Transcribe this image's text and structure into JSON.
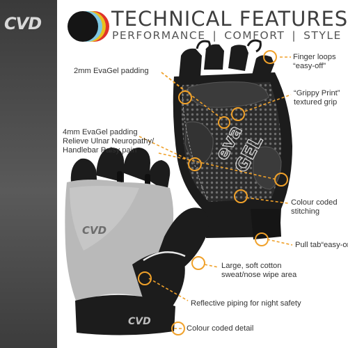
{
  "brand": {
    "logo_text": "CVD",
    "accent_colors": [
      "#e0332b",
      "#e9c11e",
      "#7ec8e3",
      "#2a2a2a"
    ]
  },
  "header": {
    "title": "TECHNICAL FEATURES",
    "subtitle_items": [
      "PERFORMANCE",
      "COMFORT",
      "STYLE"
    ],
    "separator": "|"
  },
  "glove_text": {
    "palm_print_1": "eva",
    "palm_print_2": "GEL",
    "cuff_logo": "CVD"
  },
  "features": [
    {
      "lines": [
        "Finger loops",
        "“easy-off”"
      ]
    },
    {
      "lines": [
        "2mm EvaGel padding"
      ]
    },
    {
      "lines": [
        "“Grippy Print”",
        "textured grip"
      ]
    },
    {
      "lines": [
        "4mm EvaGel padding",
        "Relieve Ulnar Neuropathy/",
        "Handlebar Palsy pain"
      ]
    },
    {
      "lines": [
        "Colour coded",
        "stitching"
      ]
    },
    {
      "lines": [
        "Pull tab“easy-on”"
      ]
    },
    {
      "lines": [
        "Large, soft cotton",
        "sweat/nose wipe area"
      ]
    },
    {
      "lines": [
        "Reflective piping for night safety"
      ]
    },
    {
      "lines": [
        "Colour coded detail"
      ]
    }
  ],
  "colors": {
    "callout": "#f0a12a",
    "glove_black": "#1c1c1c",
    "glove_grey": "#b9b9b9"
  }
}
